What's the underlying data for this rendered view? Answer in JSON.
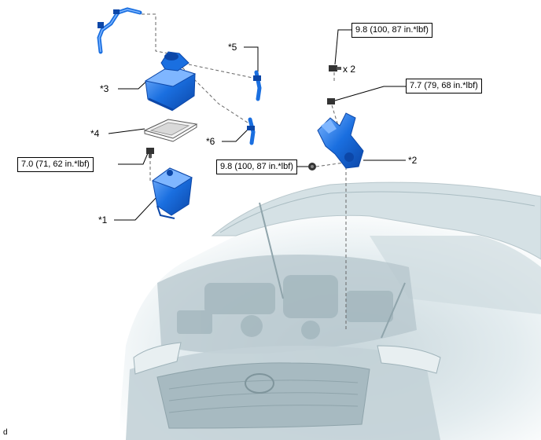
{
  "diagram": {
    "part_labels": {
      "p1": "*1",
      "p2": "*2",
      "p3": "*3",
      "p4": "*4",
      "p5": "*5",
      "p6": "*6"
    },
    "torque_specs": {
      "t1": "9.8 (100, 87 in.*lbf)",
      "t2": "7.7 (79, 68 in.*lbf)",
      "t3": "7.0 (71, 62 in.*lbf)",
      "t4": "9.8 (100, 87 in.*lbf)"
    },
    "bolt_qty": "x 2",
    "corner_mark": "d",
    "colors": {
      "part_blue": "#1a6fe0",
      "part_blue_light": "#7fb6ff",
      "part_blue_dark": "#0c47a8",
      "car_tint": "#dde7ea"
    }
  }
}
